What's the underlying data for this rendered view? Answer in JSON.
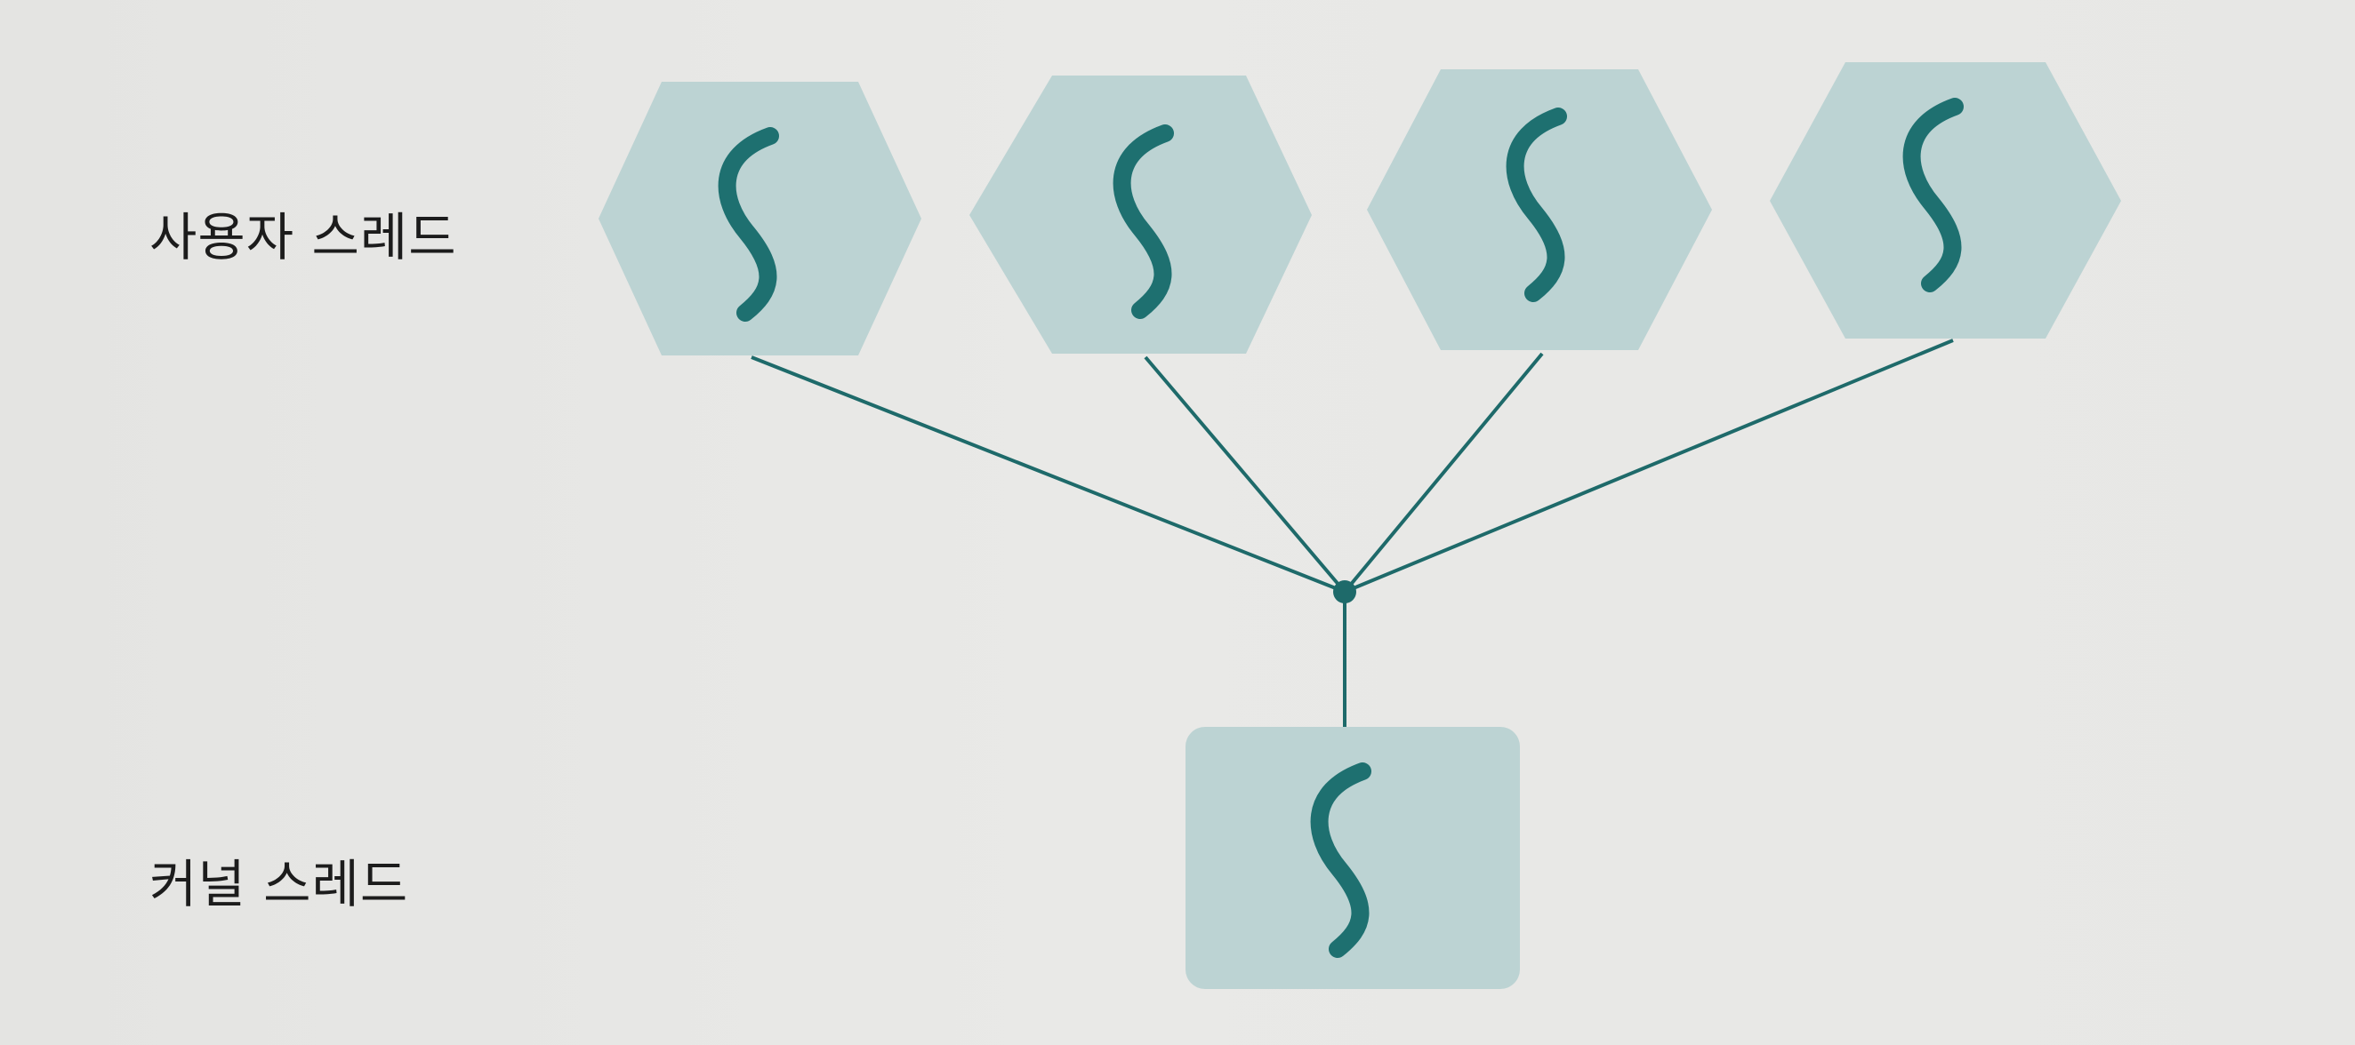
{
  "labels": {
    "user_threads": "사용자 스레드",
    "kernel_thread": "커널 스레드"
  },
  "diagram": {
    "user_thread_count": 4,
    "kernel_thread_count": 1,
    "mapping": "many-to-one",
    "user_thread_shape": "hexagon",
    "kernel_thread_shape": "rounded-square",
    "thread_icon": "wavy-thread-icon"
  },
  "colors": {
    "shape_fill": "#bcd3d3",
    "thread_stroke": "#1e7070",
    "line": "#1e6a6a",
    "text": "#1c1c1c",
    "background": "#e6e6e4"
  }
}
